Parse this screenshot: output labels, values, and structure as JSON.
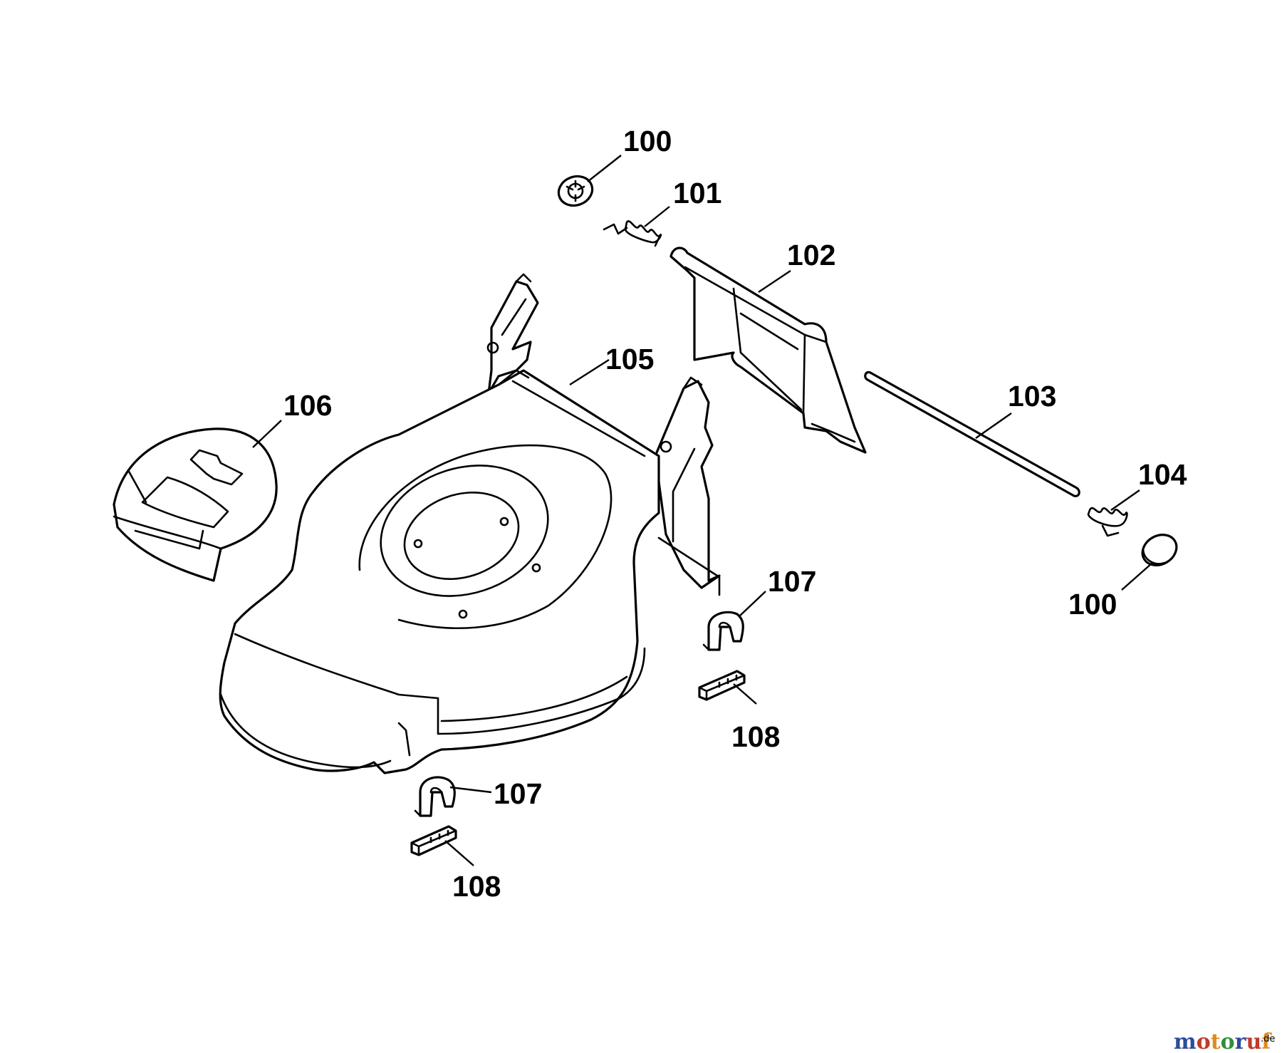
{
  "diagram": {
    "parts": [
      {
        "id": "p100a",
        "number": "100"
      },
      {
        "id": "p101",
        "number": "101"
      },
      {
        "id": "p102",
        "number": "102"
      },
      {
        "id": "p103",
        "number": "103"
      },
      {
        "id": "p104",
        "number": "104"
      },
      {
        "id": "p100b",
        "number": "100"
      },
      {
        "id": "p105",
        "number": "105"
      },
      {
        "id": "p106",
        "number": "106"
      },
      {
        "id": "p107a",
        "number": "107"
      },
      {
        "id": "p108a",
        "number": "108"
      },
      {
        "id": "p107b",
        "number": "107"
      },
      {
        "id": "p108b",
        "number": "108"
      }
    ]
  },
  "watermark": {
    "letters": [
      "m",
      "o",
      "t",
      "o",
      "r",
      "u",
      "f"
    ],
    "letter_colors": [
      "#2e4a9a",
      "#c0392b",
      "#e08a1e",
      "#2f8f3a",
      "#2e4a9a",
      "#c0392b",
      "#e08a1e"
    ],
    "suffix": ".de"
  }
}
